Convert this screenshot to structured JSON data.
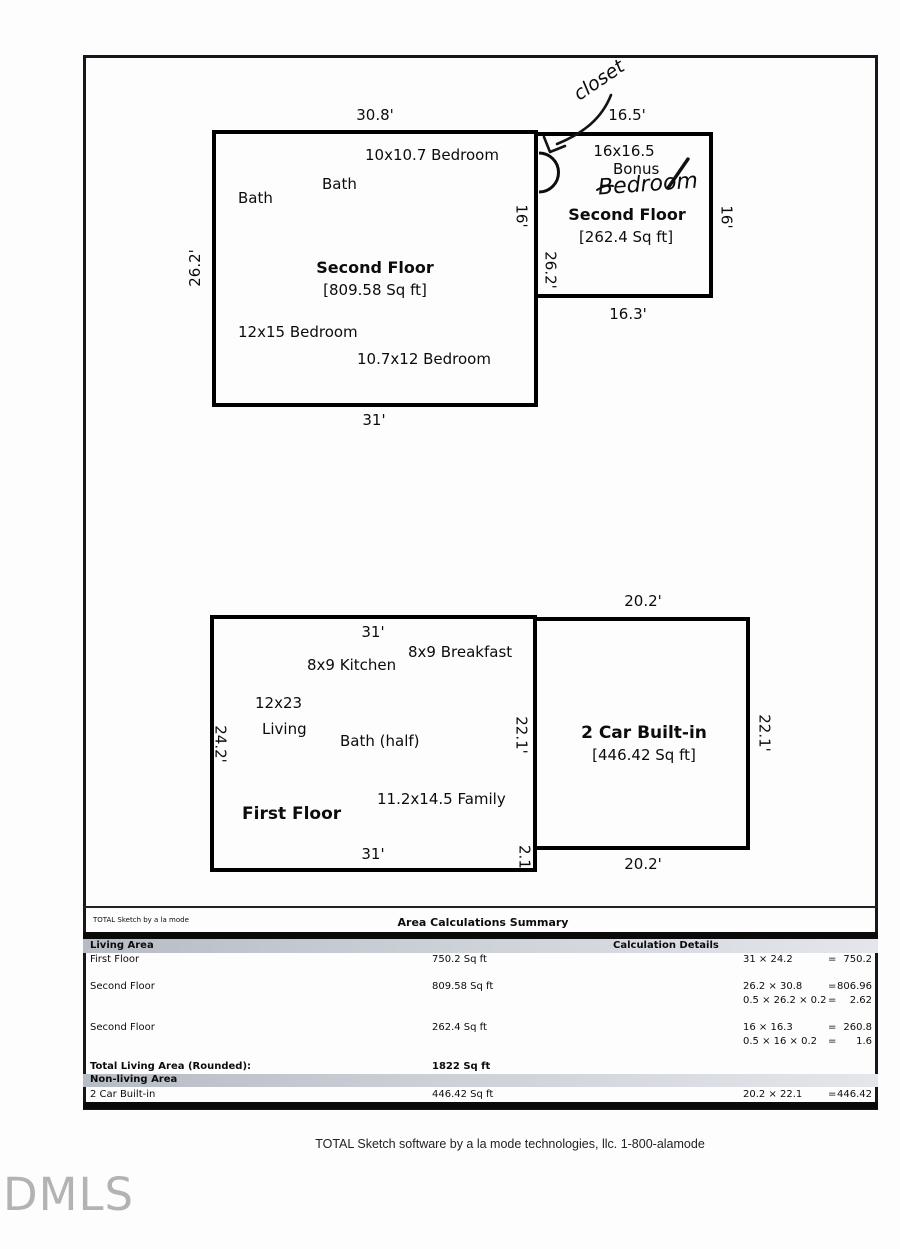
{
  "second_floor_plan": {
    "main": {
      "dim_top": "30.8'",
      "dim_left": "26.2'",
      "dim_right_inner": "16'",
      "dim_bottom": "31'",
      "room_bedroom1": "10x10.7 Bedroom",
      "room_bath1": "Bath",
      "room_bath2": "Bath",
      "title": "Second Floor",
      "area": "[809.58 Sq ft]",
      "room_bedroom2": "12x15 Bedroom",
      "room_bedroom3": "10.7x12 Bedroom"
    },
    "bonus": {
      "dim_top": "16.5'",
      "dim_left_inner": "26.2'",
      "dim_right": "16'",
      "dim_bottom": "16.3'",
      "size_label": "16x16.5",
      "bonus_label": "Bonus",
      "handwritten_bedroom": "Bedroom",
      "handwritten_closet": "closet",
      "title": "Second Floor",
      "area": "[262.4 Sq ft]"
    }
  },
  "first_floor_plan": {
    "main": {
      "dim_top_inner": "31'",
      "dim_left": "24.2'",
      "dim_right_inner": "22.1'",
      "dim_bottom": "31'",
      "dim_offset": "2.1'",
      "room_kitchen": "8x9 Kitchen",
      "room_breakfast": "8x9 Breakfast",
      "room_living_size": "12x23",
      "room_living": "Living",
      "room_bath": "Bath (half)",
      "room_family": "11.2x14.5 Family",
      "title": "First Floor"
    },
    "garage": {
      "dim_top": "20.2'",
      "dim_right": "22.1'",
      "dim_bottom": "20.2'",
      "title": "2 Car Built-in",
      "area": "[446.42 Sq ft]"
    }
  },
  "table": {
    "brand": "TOTAL Sketch by a la mode",
    "title": "Area Calculations Summary",
    "living_header": "Living Area",
    "calc_header": "Calculation Details",
    "equals": "=",
    "rows": [
      {
        "name": "First Floor",
        "area": "750.2 Sq ft",
        "calcs": [
          {
            "expr": "31 × 24.2",
            "result": "750.2"
          }
        ]
      },
      {
        "name": "Second Floor",
        "area": "809.58 Sq ft",
        "calcs": [
          {
            "expr": "26.2 × 30.8",
            "result": "806.96"
          },
          {
            "expr": "0.5 × 26.2 × 0.2",
            "result": "2.62"
          }
        ]
      },
      {
        "name": "Second Floor",
        "area": "262.4 Sq ft",
        "calcs": [
          {
            "expr": "16 × 16.3",
            "result": "260.8"
          },
          {
            "expr": "0.5 × 16 × 0.2",
            "result": "1.6"
          }
        ]
      }
    ],
    "total_label": "Total Living Area (Rounded):",
    "total_value": "1822 Sq ft",
    "nonliving_header": "Non-living Area",
    "nonliving_rows": [
      {
        "name": "2 Car Built-in",
        "area": "446.42 Sq ft",
        "calcs": [
          {
            "expr": "20.2 × 22.1",
            "result": "446.42"
          }
        ]
      }
    ]
  },
  "footer": {
    "text": "TOTAL Sketch software by a la mode technologies, llc. 1-800-alamode"
  },
  "logo": {
    "text": "DMLS"
  }
}
